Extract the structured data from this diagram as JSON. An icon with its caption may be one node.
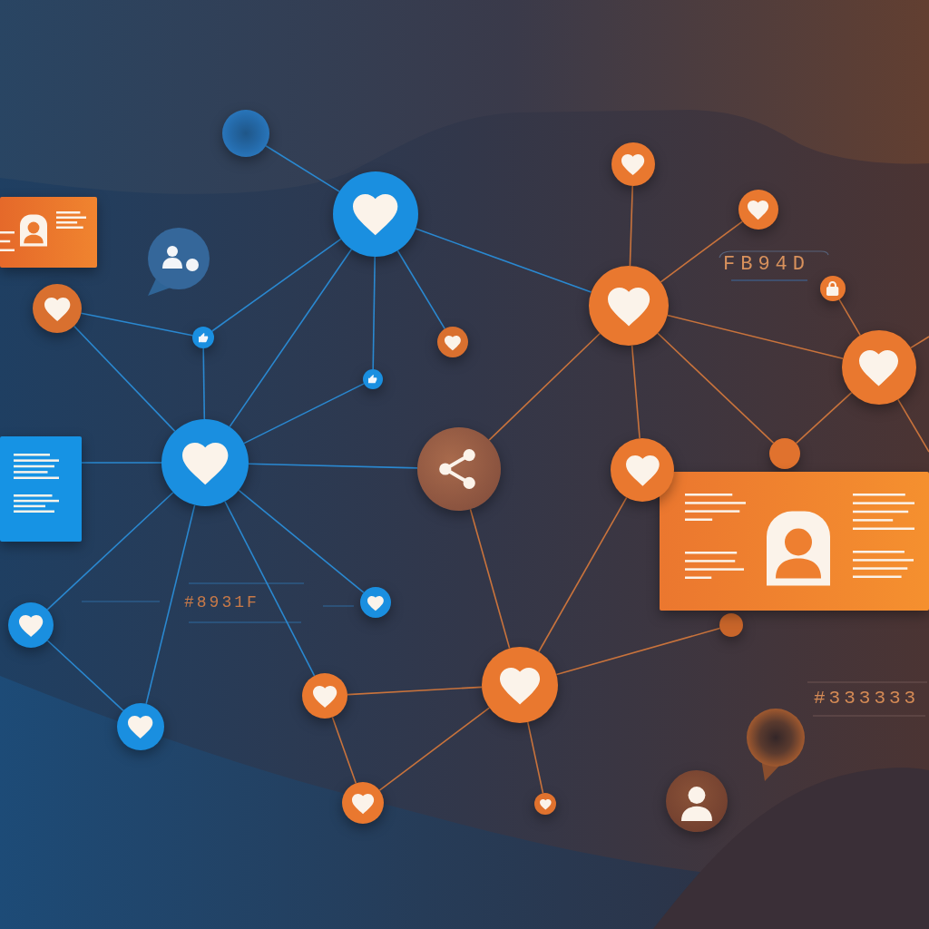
{
  "diagram": {
    "nodes": [
      {
        "text": [],
        "shape": "circle"
      },
      {
        "text": [],
        "shape": "circle"
      },
      {
        "text": [],
        "shape": "box"
      },
      {
        "text": [],
        "shape": "circle"
      },
      {
        "text": [],
        "shape": "circle"
      },
      {
        "text": [],
        "shape": "circle"
      },
      {
        "text": [],
        "shape": "circle"
      },
      {
        "text": [],
        "shape": "circle"
      },
      {
        "text": [],
        "shape": "circle"
      },
      {
        "text": [],
        "shape": "circle"
      },
      {
        "text": [],
        "shape": "circle"
      },
      {
        "text": [],
        "shape": "circle"
      },
      {
        "text": [],
        "shape": "box"
      },
      {
        "text": [],
        "shape": "circle"
      },
      {
        "text": [],
        "shape": "circle"
      },
      {
        "text": [],
        "shape": "circle"
      },
      {
        "text": [],
        "shape": "circle"
      },
      {
        "text": [],
        "shape": "box"
      },
      {
        "text": [],
        "shape": "circle"
      },
      {
        "text": [],
        "shape": "circle"
      },
      {
        "text": [],
        "shape": "circle"
      },
      {
        "text": [],
        "shape": "circle"
      },
      {
        "text": [],
        "shape": "circle"
      },
      {
        "text": [],
        "shape": "circle"
      },
      {
        "text": [],
        "shape": "circle"
      },
      {
        "text": [],
        "shape": "circle"
      },
      {
        "text": [],
        "shape": "circle"
      }
    ],
    "edges": [
      {
        "from": 0,
        "to": 4,
        "arrow": "none"
      },
      {
        "from": 4,
        "to": 8,
        "arrow": "none"
      },
      {
        "from": 4,
        "to": 13,
        "arrow": "none"
      },
      {
        "from": 4,
        "to": 11,
        "arrow": "none"
      },
      {
        "from": 4,
        "to": 9,
        "arrow": "none"
      },
      {
        "from": 4,
        "to": 6,
        "arrow": "none"
      },
      {
        "from": 7,
        "to": 8,
        "arrow": "none"
      },
      {
        "from": 7,
        "to": 13,
        "arrow": "none"
      },
      {
        "from": 8,
        "to": 13,
        "arrow": "none"
      },
      {
        "from": 11,
        "to": 13,
        "arrow": "none"
      },
      {
        "from": 12,
        "to": 13,
        "arrow": "none"
      },
      {
        "from": 13,
        "to": 14,
        "arrow": "none"
      },
      {
        "from": 13,
        "to": 20,
        "arrow": "none"
      },
      {
        "from": 13,
        "to": 23,
        "arrow": "none"
      },
      {
        "from": 13,
        "to": 22,
        "arrow": "none"
      },
      {
        "from": 13,
        "to": 19,
        "arrow": "none"
      },
      {
        "from": 20,
        "to": 23,
        "arrow": "none"
      },
      {
        "from": 14,
        "to": 6,
        "arrow": "none",
        "color": "#c9733c"
      },
      {
        "from": 14,
        "to": 21,
        "arrow": "none",
        "color": "#c9733c"
      },
      {
        "from": 22,
        "to": 21,
        "arrow": "none",
        "color": "#c9733c"
      },
      {
        "from": 22,
        "to": 24,
        "arrow": "none",
        "color": "#c9733c"
      },
      {
        "from": 24,
        "to": 21,
        "arrow": "none",
        "color": "#c9733c"
      },
      {
        "from": 21,
        "to": 26,
        "arrow": "none",
        "color": "#c9733c"
      },
      {
        "from": 21,
        "to": 15,
        "arrow": "none",
        "color": "#c9733c"
      },
      {
        "from": 21,
        "to": 18,
        "arrow": "none",
        "color": "#c9733c"
      },
      {
        "from": 1,
        "to": 6,
        "arrow": "none",
        "color": "#c9733c"
      },
      {
        "from": 3,
        "to": 6,
        "arrow": "none",
        "color": "#c9733c"
      },
      {
        "from": 6,
        "to": 15,
        "arrow": "none",
        "color": "#c9733c"
      },
      {
        "from": 6,
        "to": 10,
        "arrow": "none",
        "color": "#c9733c"
      },
      {
        "from": 6,
        "to": 16,
        "arrow": "none",
        "color": "#c9733c"
      },
      {
        "from": 5,
        "to": 10,
        "arrow": "none",
        "color": "#c9733c"
      },
      {
        "from": 10,
        "to": 16,
        "arrow": "none",
        "color": "#c9733c"
      },
      {
        "from": 10,
        "to": null,
        "arrow": "none",
        "color": "#c9733c"
      },
      {
        "from": 10,
        "to": null,
        "arrow": "none",
        "color": "#c9733c"
      }
    ],
    "labels": [
      "FB94D",
      "#8931F",
      "#333333"
    ]
  }
}
